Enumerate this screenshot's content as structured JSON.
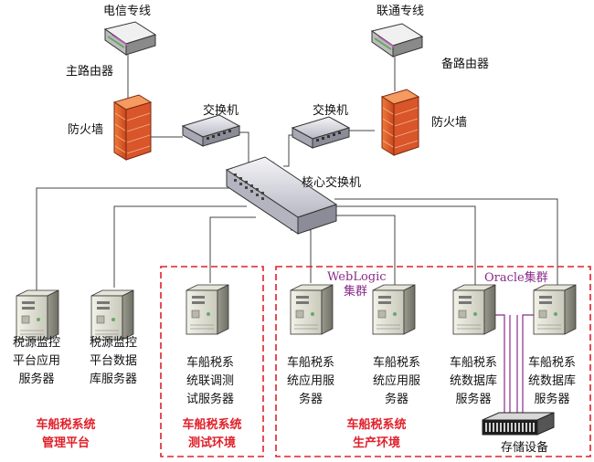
{
  "top": {
    "telecom_line": "电信专线",
    "unicom_line": "联通专线",
    "main_router": "主路由器",
    "backup_router": "备路由器",
    "firewall_left": "防火墙",
    "firewall_right": "防火墙",
    "switch_left": "交换机",
    "switch_right": "交换机",
    "core_switch": "核心交换机"
  },
  "clusters": {
    "weblogic": [
      "WebLogic",
      "集群"
    ],
    "oracle": "Oracle集群"
  },
  "servers": [
    {
      "lines": [
        "税源监控",
        "平台应用",
        "服务器"
      ]
    },
    {
      "lines": [
        "税源监控",
        "平台数据",
        "库服务器"
      ]
    },
    {
      "lines": [
        "车船税系",
        "统联调测",
        "试服务器"
      ]
    },
    {
      "lines": [
        "车船税系",
        "统应用服",
        "务器"
      ]
    },
    {
      "lines": [
        "车船税系",
        "统应用服",
        "务器"
      ]
    },
    {
      "lines": [
        "车船税系",
        "统数据库",
        "服务器"
      ]
    },
    {
      "lines": [
        "车船税系",
        "统数据库",
        "服务器"
      ]
    }
  ],
  "groups": [
    {
      "lines": [
        "车船税系统",
        "管理平台"
      ]
    },
    {
      "lines": [
        "车船税系统",
        "测试环境"
      ]
    },
    {
      "lines": [
        "车船税系统",
        "生产环境"
      ]
    }
  ],
  "storage": "存储设备",
  "colors": {
    "group_label": "#e0202a",
    "cluster": "#8a2a8a",
    "box": "#e0202a"
  }
}
